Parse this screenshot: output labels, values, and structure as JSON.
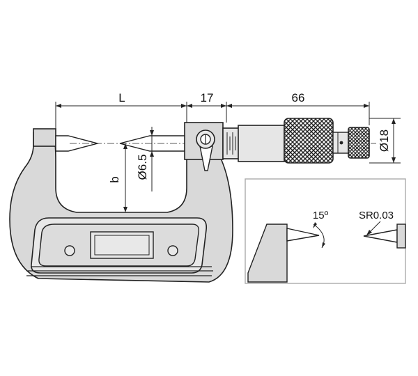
{
  "dimensions": {
    "spindle_length": "L",
    "thimble_offset": "17",
    "barrel_length": "66",
    "thimble_diameter": "Ø18",
    "spindle_diameter": "Ø6.5",
    "frame_depth": "b"
  },
  "detail": {
    "tip_angle": "15º",
    "tip_radius": "SR0.03"
  },
  "colors": {
    "body": "#d9d9d9",
    "body_light": "#e6e6e6",
    "outline": "#222222",
    "detail_box": "#aaaaaa"
  }
}
